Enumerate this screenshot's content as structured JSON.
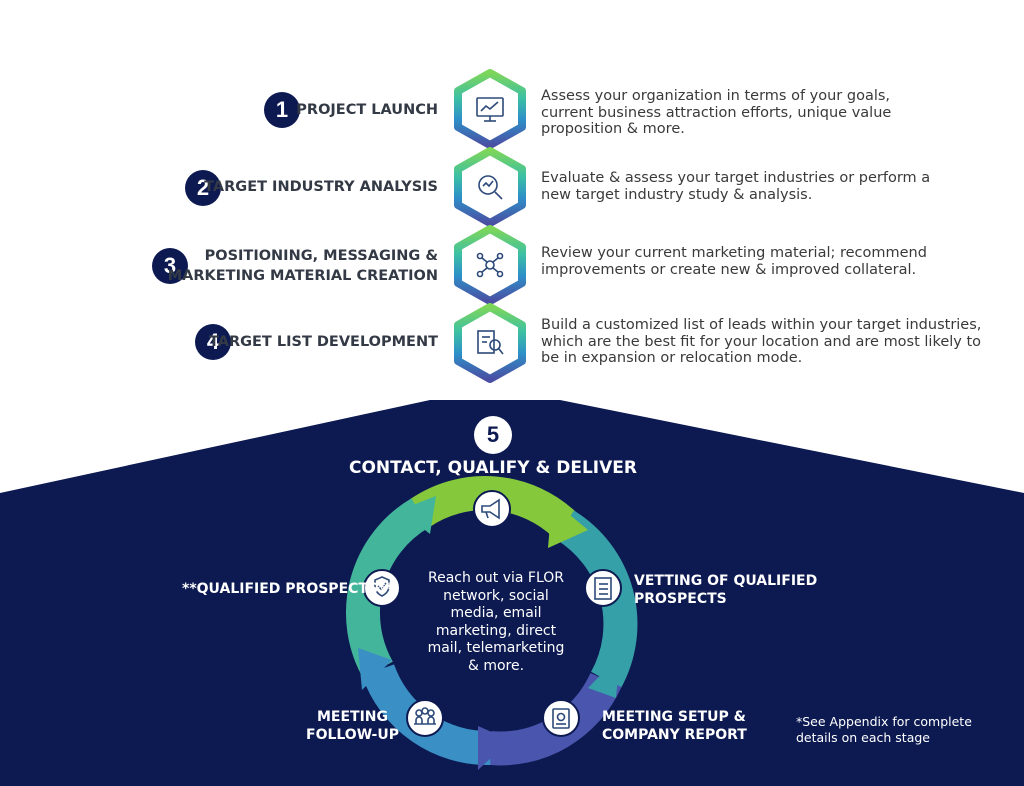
{
  "stages": [
    {
      "number": "1",
      "title_lines": [
        "PROJECT LAUNCH"
      ],
      "description": "Assess your organization in terms of your goals, current business attraction efforts, unique value proposition & more.",
      "icon": "monitor-chart-icon"
    },
    {
      "number": "2",
      "title_lines": [
        "TARGET INDUSTRY ANALYSIS"
      ],
      "description": "Evaluate & assess your target industries or perform a new target industry study & analysis.",
      "icon": "magnifier-analysis-icon"
    },
    {
      "number": "3",
      "title_lines": [
        "POSITIONING, MESSAGING &",
        "MARKETING MATERIAL CREATION"
      ],
      "description": "Review your current marketing material; recommend improvements or create new & improved collateral.",
      "icon": "marketing-network-icon"
    },
    {
      "number": "4",
      "title_lines": [
        "TARGET LIST DEVELOPMENT"
      ],
      "description": "Build a customized list of leads within your target industries, which are the best fit for your location and are most likely to be in expansion or relocation mode.",
      "icon": "list-search-icon"
    }
  ],
  "stage5": {
    "number": "5",
    "title": "CONTACT, QUALIFY & DELIVER",
    "center_text": "Reach out via FLOR network, social media, email marketing, direct mail, telemarketing & more.",
    "cycle": {
      "qualified": "**QUALIFIED PROSPECTS**",
      "vetting_lines": [
        "VETTING OF QUALIFIED",
        "PROSPECTS"
      ],
      "meeting_setup_lines": [
        "MEETING SETUP &",
        "COMPANY REPORT"
      ],
      "followup_lines": [
        "MEETING",
        "FOLLOW-UP"
      ]
    },
    "icons": [
      "megaphone-icon",
      "checklist-icon",
      "report-icon",
      "meeting-icon",
      "shield-hands-icon"
    ]
  },
  "note": "*See Appendix for complete details on each stage",
  "colors": {
    "navy": "#0d1a52",
    "green": "#7dc242",
    "teal": "#3bb39b",
    "blue": "#3a8fc4",
    "indigo": "#4a4fa3"
  }
}
